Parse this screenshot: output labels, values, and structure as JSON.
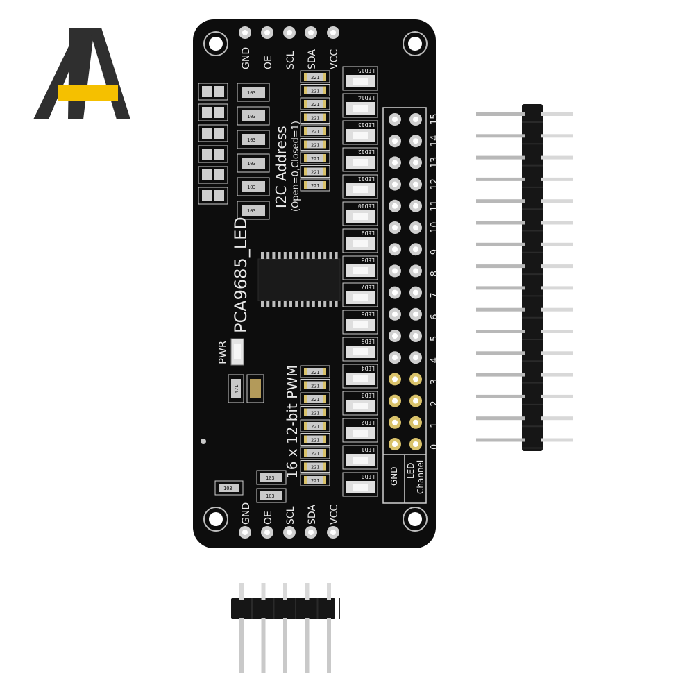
{
  "colors": {
    "background": "#ffffff",
    "pcb": "#0d0d0d",
    "silkscreen": "#e8e8e8",
    "gold_pad": "#d9c26a",
    "logo_dark": "#2f2f2f",
    "logo_yellow": "#f5c000"
  },
  "board": {
    "name": "PCA9685_LED",
    "subtitle": "16 x 12-bit PWM",
    "address_label": "I2C Address",
    "address_hint": "(Open=0,Closed=1)",
    "pwr_label": "PWR",
    "top_pins": [
      "GND",
      "OE",
      "SCL",
      "SDA",
      "VCC"
    ],
    "bottom_pins": [
      "GND",
      "OE",
      "SCL",
      "SDA",
      "VCC"
    ],
    "led_labels": [
      "LED0",
      "LED1",
      "LED2",
      "LED3",
      "LED4",
      "LED5",
      "LED6",
      "LED7",
      "LED8",
      "LED9",
      "LED10",
      "LED11",
      "LED12",
      "LED13",
      "LED14",
      "LED15"
    ],
    "channel_numbers": [
      "0",
      "1",
      "2",
      "3",
      "4",
      "5",
      "6",
      "7",
      "8",
      "9",
      "10",
      "11",
      "12",
      "13",
      "14",
      "15"
    ],
    "header_gnd_label": "GND",
    "header_led_label": "LED",
    "header_channel_label": "Channel",
    "resistor_103": "103",
    "resistor_221": "221",
    "resistor_471": "471"
  },
  "accessories": {
    "long_header_pins": 16,
    "short_header_pins": 5
  },
  "logo_icon": "stylized-letter-a-logo"
}
